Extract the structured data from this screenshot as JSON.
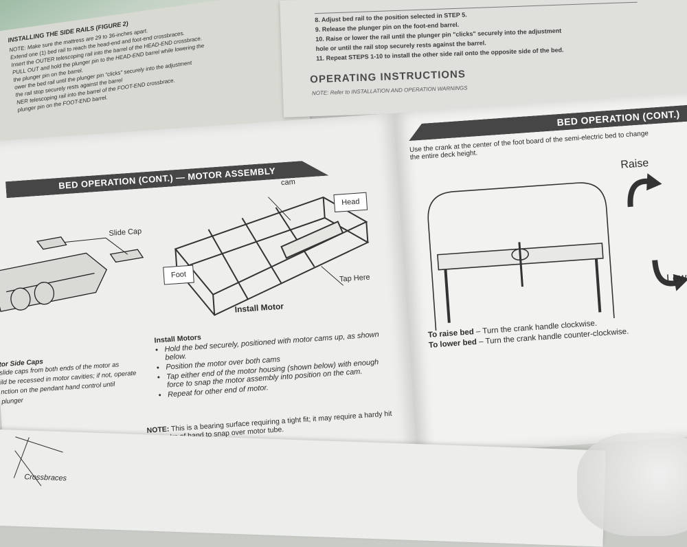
{
  "background_page_left": {
    "title": "INSTALLING THE SIDE RAILS (FIGURE 2)",
    "lines": [
      "NOTE: Make sure the mattress are 29 to 36-inches apart.",
      "Extend one (1) bed rail to reach the head-end and foot-end crossbraces.",
      "Insert the OUTER telescoping rail into the barrel of the HEAD-END crossbrace.",
      "PULL OUT and hold the plunger pin to the HEAD-END barrel while lowering the",
      "the plunger pin on the barrel.",
      "ower the bed rail until the plunger pin \"clicks\" securely into the adjustment",
      "the rail stop securely rests against the barrel",
      "NER telescoping rail into the barrel of the FOOT-END crossbrace.",
      "plunger pin on the FOOT-END barrel."
    ]
  },
  "background_page_right": {
    "steps": [
      "8.  Adjust bed rail to the position selected in STEP 5.",
      "9.  Release the plunger pin on the foot-end barrel.",
      "10. Raise or lower the rail until the plunger pin \"clicks\" securely into the adjustment",
      "    hole or until the rail stop securely rests against the barrel.",
      "11. Repeat STEPS 1-10 to install the other side rail onto the opposite side of the bed."
    ],
    "heading": "OPERATING INSTRUCTIONS",
    "note": "NOTE: Refer to INSTALLATION AND OPERATION WARNINGS"
  },
  "left_page": {
    "band_title": "BED OPERATION (CONT.) — MOTOR ASSEMBLY",
    "labels": {
      "side_cap": "Slide Cap",
      "cam": "cam",
      "head": "Head",
      "foot": "Foot",
      "tap_here": "Tap Here",
      "install_motor": "Install Motor"
    },
    "side_caps_title": "tor Side Caps",
    "side_caps_lines": [
      "slide caps from both ends of the motor as",
      "",
      "ild be recessed in motor cavities; if not, operate",
      "nction on the pendant hand control until plunger"
    ],
    "install_motors_title": "Install Motors",
    "install_motors_items": [
      "Hold the bed securely, positioned with motor cams up, as shown below.",
      "Position the motor over both cams",
      "Tap either end of the motor housing (shown below) with enough force to snap the motor assembly into position on the cam.",
      "Repeat for other end of motor."
    ],
    "note_label": "NOTE:",
    "note_text": "This is a bearing surface requiring a tight fit; it may require a hardy hit with palm of hand to snap over motor tube."
  },
  "right_page": {
    "band_title": "BED OPERATION (CONT.)",
    "intro": "Use the crank at the center of the foot board of the semi-electric bed to change the entire deck height.",
    "raise_label": "Raise",
    "lower_label": "Low",
    "raise_bed_label": "To raise bed",
    "raise_bed_text": " – Turn the crank handle clockwise.",
    "lower_bed_label": "To lower bed",
    "lower_bed_text": " – Turn the crank handle counter-clockwise."
  },
  "bottom_sheet": {
    "label": "Crossbraces"
  }
}
